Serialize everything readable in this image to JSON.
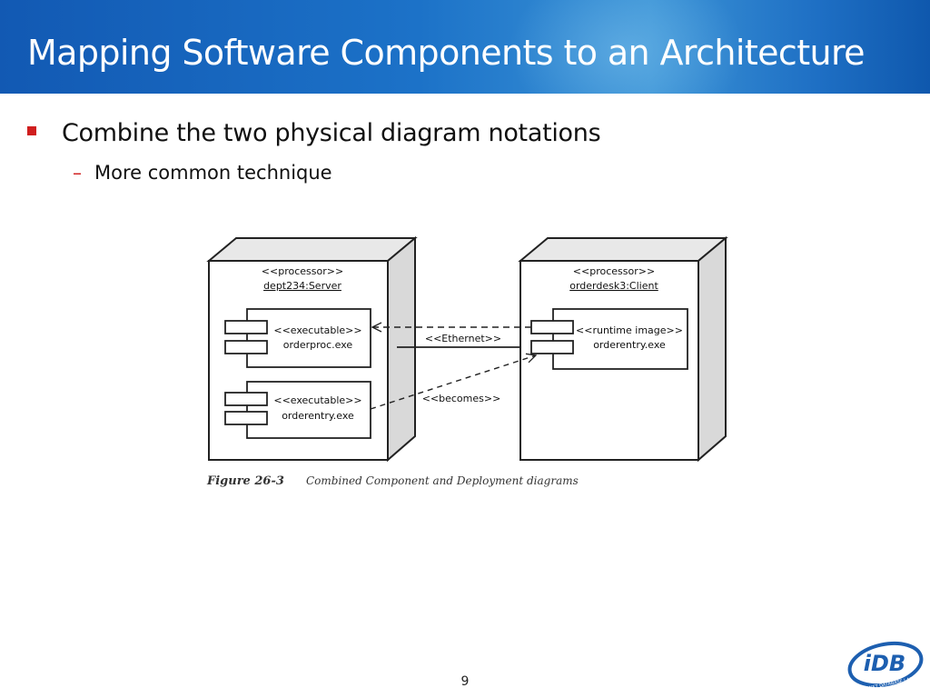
{
  "slide": {
    "title": "Mapping Software Components to an Architecture",
    "bullet": "Combine the two physical diagram notations",
    "sub_bullet": "More common technique",
    "page_number": "9"
  },
  "diagram": {
    "server_node": {
      "stereotype": "<<processor>>",
      "name": "dept234:Server",
      "components": [
        {
          "stereotype": "<<executable>>",
          "name": "orderproc.exe"
        },
        {
          "stereotype": "<<executable>>",
          "name": "orderentry.exe"
        }
      ]
    },
    "client_node": {
      "stereotype": "<<processor>>",
      "name": "orderdesk3:Client",
      "components": [
        {
          "stereotype": "<<runtime image>>",
          "name": "orderentry.exe"
        }
      ]
    },
    "connections": {
      "ethernet_label": "<<Ethernet>>",
      "becomes_label": "<<becomes>>"
    },
    "caption": {
      "number": "Figure 26-3",
      "text": "Combined Component and Deployment diagrams"
    }
  },
  "logo": {
    "text": "iDB",
    "ring_text": "INTERNET DATABASE LAB"
  },
  "colors": {
    "header_blue": "#1c72c8",
    "bullet_red": "#d01e1e",
    "logo_blue": "#1d5fb0"
  }
}
